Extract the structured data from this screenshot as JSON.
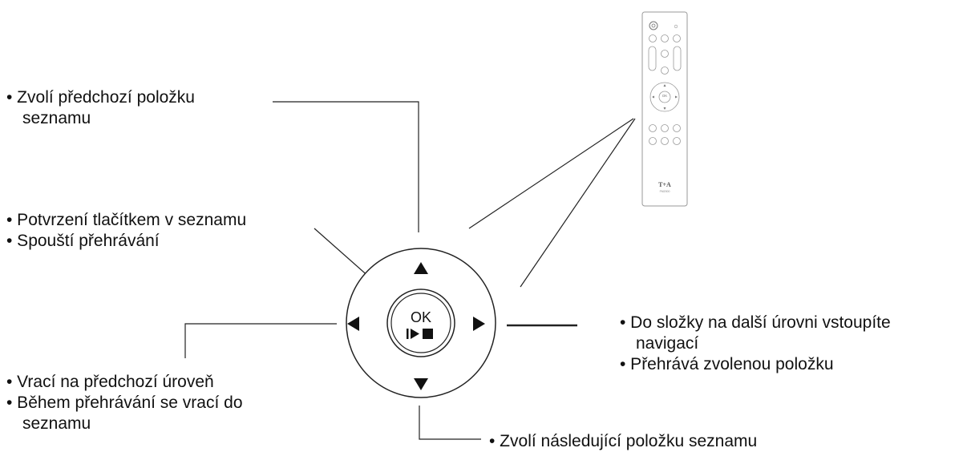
{
  "labels": {
    "up": [
      "• Zvolí předchozí položku",
      "seznamu"
    ],
    "ok": [
      "• Potvrzení tlačítkem v seznamu",
      "• Spouští přehrávání"
    ],
    "left": [
      "• Vrací na předchozí úroveň",
      "• Během přehrávání se vrací do",
      "seznamu"
    ],
    "right": [
      "• Do složky na další úrovni vstoupíte",
      "navigací",
      "• Přehrává zvolenou položku"
    ],
    "down": [
      "• Zvolí následující položku seznamu"
    ]
  },
  "dpad": {
    "ok_label": "OK",
    "up_icon": "triangle-up-icon",
    "down_icon": "triangle-down-icon",
    "left_icon": "triangle-left-icon",
    "right_icon": "triangle-right-icon",
    "play_stop_icon": "play-stop-icon"
  },
  "remote": {
    "brand": "T+A",
    "model": "FM2000",
    "ok_label": "OK"
  },
  "colors": {
    "line": "#222222",
    "text": "#111111",
    "remote_outline": "#9a9a9a"
  }
}
